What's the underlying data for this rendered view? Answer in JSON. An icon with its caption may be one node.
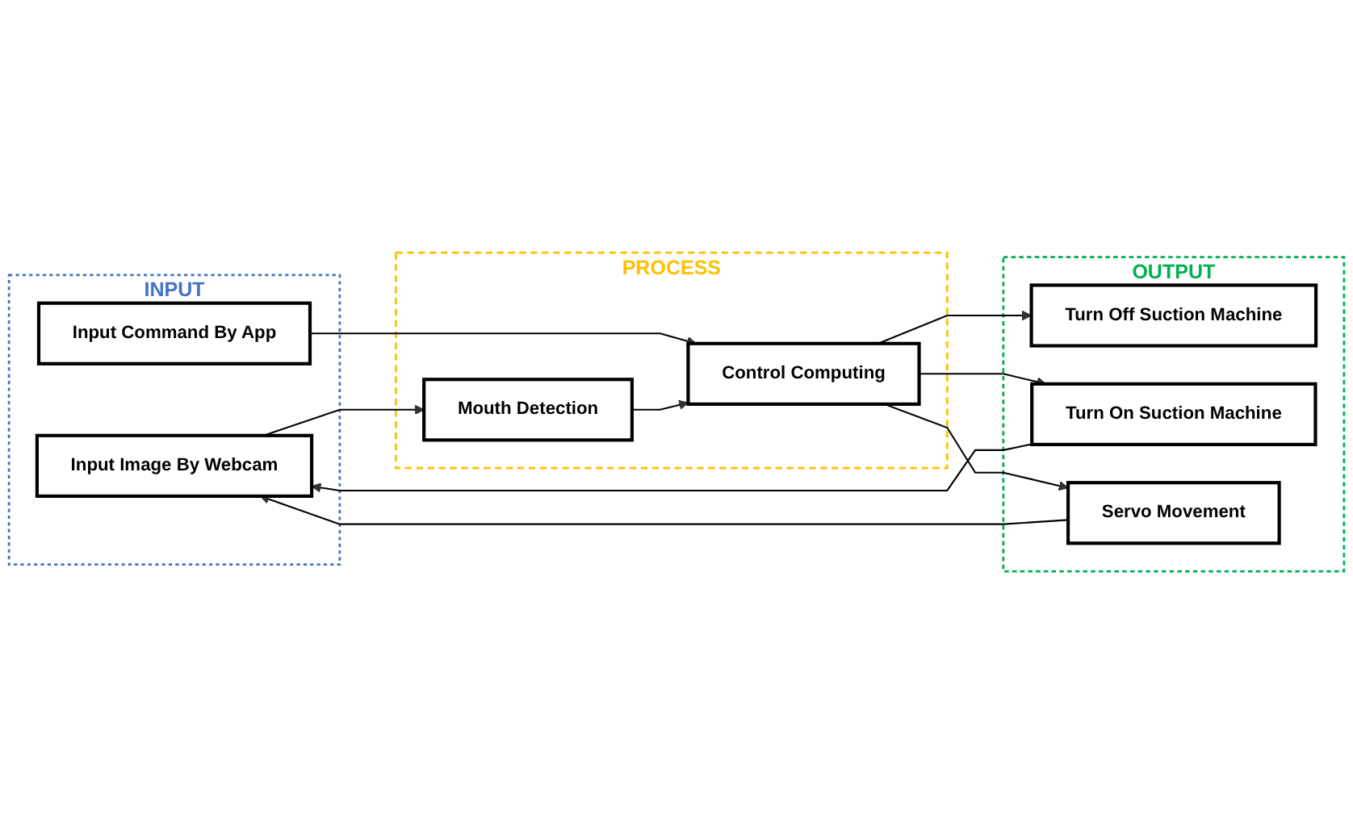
{
  "diagram": {
    "nodes": [
      {
        "text": [
          "INPUT"
        ]
      },
      {
        "text": [
          "Input Command By App"
        ],
        "in": 0
      },
      {
        "text": [
          "Input Image By Webcam"
        ],
        "in": 0
      },
      {
        "text": [
          "PROCESS"
        ]
      },
      {
        "text": [
          "Mouth Detection"
        ],
        "in": 3
      },
      {
        "text": [
          "Control Computing"
        ],
        "in": 3
      },
      {
        "text": [
          "OUTPUT"
        ]
      },
      {
        "text": [
          "Turn Off Suction Machine"
        ],
        "in": 6
      },
      {
        "text": [
          "Turn On Suction Machine"
        ],
        "in": 6
      },
      {
        "text": [
          "Servo Movement"
        ],
        "in": 6
      }
    ],
    "edges": [
      {
        "from": 1,
        "to": 5,
        "arrow": "to"
      },
      {
        "from": 2,
        "to": 4,
        "arrow": "to"
      },
      {
        "from": 4,
        "to": 5,
        "arrow": "to"
      },
      {
        "from": 5,
        "to": 7,
        "arrow": "to"
      },
      {
        "from": 5,
        "to": 8,
        "arrow": "to"
      },
      {
        "from": 5,
        "to": 9,
        "arrow": "to"
      },
      {
        "from": 8,
        "to": 2,
        "arrow": "to"
      },
      {
        "from": 9,
        "to": 2,
        "arrow": "to"
      }
    ]
  }
}
